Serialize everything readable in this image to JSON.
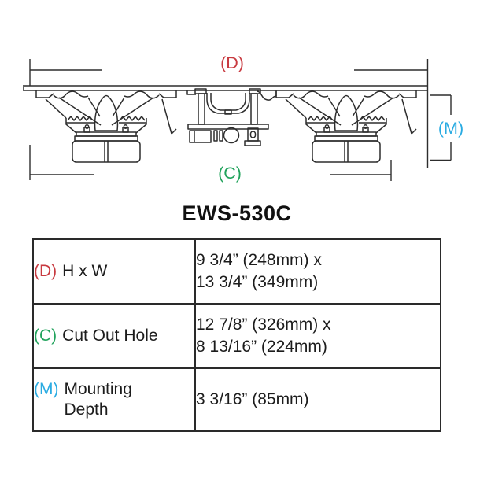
{
  "title": "EWS-530C",
  "colors": {
    "dimension_d": "#c83a40",
    "dimension_c": "#21a35c",
    "dimension_m": "#29abe2",
    "line": "#2d2d2d",
    "magnet_fill": "#d5d5d5",
    "table_border": "#2a2a2a",
    "text": "#1c1c1c"
  },
  "diagram": {
    "d_label": "(D)",
    "c_label": "(C)",
    "m_label": "(M)"
  },
  "table": {
    "rows": [
      {
        "key": "(D)",
        "label": "H x W",
        "value_line1": "9 3/4” (248mm) x",
        "value_line2": "13 3/4” (349mm)"
      },
      {
        "key": "(C)",
        "label": "Cut Out Hole",
        "value_line1": "12 7/8” (326mm) x",
        "value_line2": "8 13/16” (224mm)"
      },
      {
        "key": "(M)",
        "label": "Mounting Depth",
        "value_line1": "3 3/16” (85mm)",
        "value_line2": ""
      }
    ]
  }
}
